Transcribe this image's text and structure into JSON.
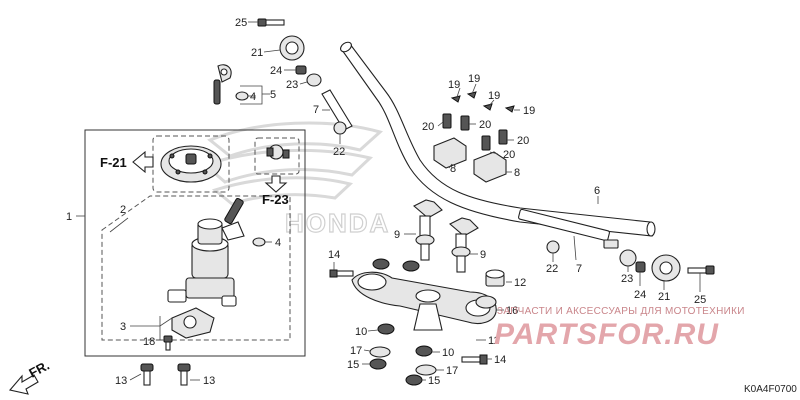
{
  "diagram_code": "K0A4F0700",
  "watermark": {
    "tagline": "ЗАПЧАСТИ И АКСЕССУАРЫ ДЛЯ МОТОТЕХНИКИ",
    "brand": "PARTSFOR.RU"
  },
  "background_logo_text": "HONDA",
  "refs": {
    "f21": "F-21",
    "f23": "F-23",
    "fr": "FR."
  },
  "callouts": {
    "n25a": "25",
    "n21a": "21",
    "n24a": "24",
    "n23a": "23",
    "n7a": "7",
    "n22a": "22",
    "n4a": "4",
    "n5": "5",
    "n1": "1",
    "n2": "2",
    "n4b": "4",
    "n3": "3",
    "n18": "18",
    "n13a": "13",
    "n13b": "13",
    "n19a": "19",
    "n19b": "19",
    "n19c": "19",
    "n19d": "19",
    "n20a": "20",
    "n20b": "20",
    "n20c": "20",
    "n20d": "20",
    "n8a": "8",
    "n8b": "8",
    "n6": "6",
    "n9a": "9",
    "n9b": "9",
    "n14a": "14",
    "n10a": "10",
    "n12": "12",
    "n11": "11",
    "n16": "16",
    "n17a": "17",
    "n15a": "15",
    "n10b": "10",
    "n14b": "14",
    "n17b": "17",
    "n15b": "15",
    "n22b": "22",
    "n7b": "7",
    "n23b": "23",
    "n24b": "24",
    "n21b": "21",
    "n25b": "25"
  }
}
